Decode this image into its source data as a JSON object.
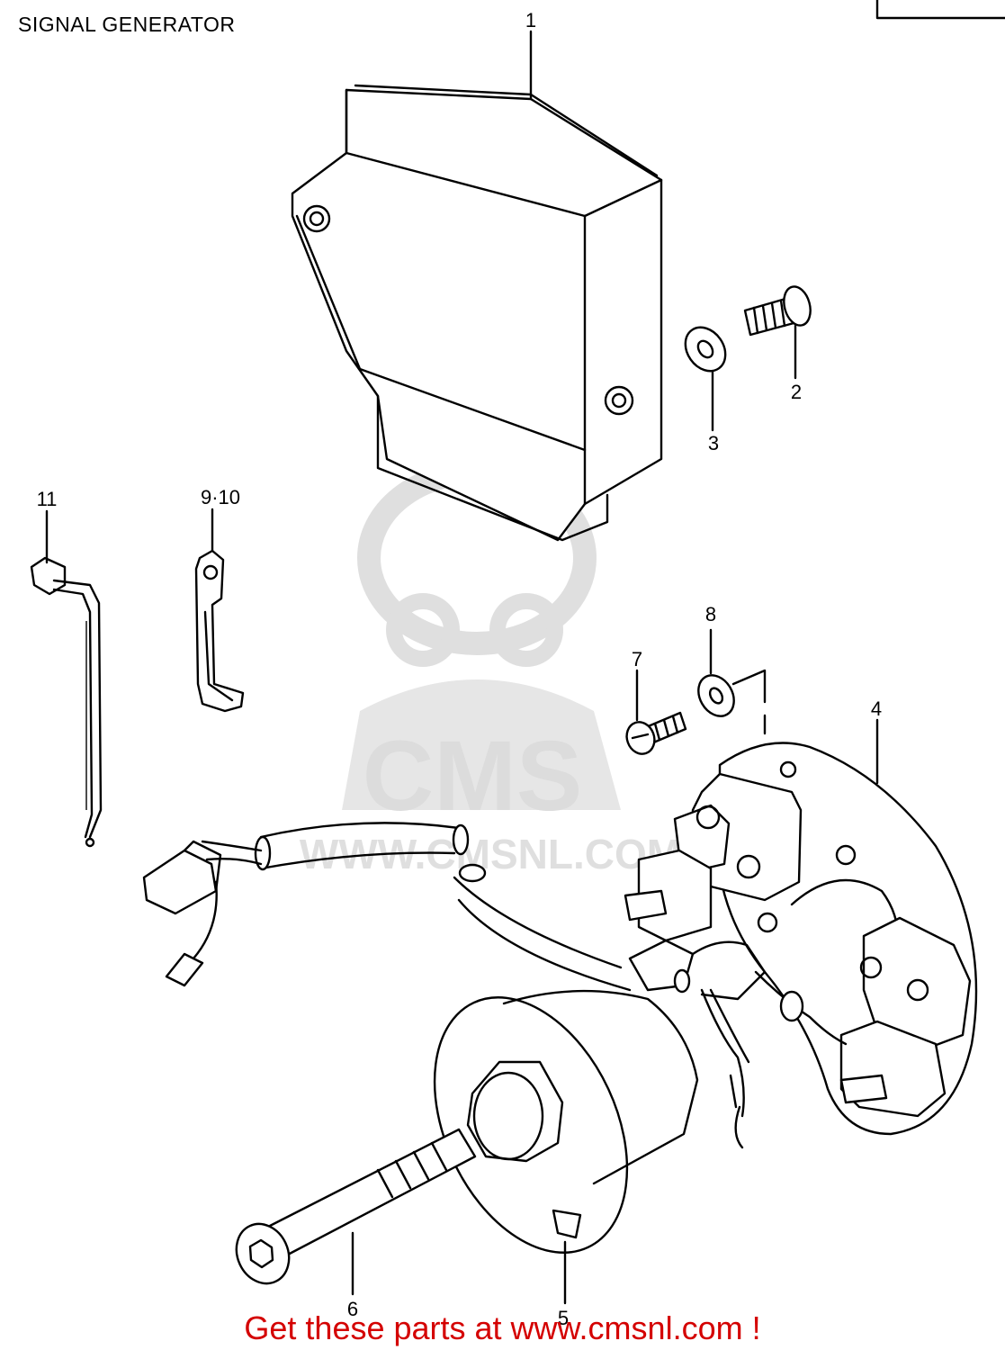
{
  "title": "SIGNAL GENERATOR",
  "callouts": {
    "c1": "1",
    "c2": "2",
    "c3": "3",
    "c4": "4",
    "c5": "5",
    "c6": "6",
    "c7": "7",
    "c8": "8",
    "c9_10": "9·10",
    "c11": "11"
  },
  "watermark": {
    "logo_text": "CMS",
    "url_text": "WWW.CMSNL.COM"
  },
  "footer": "Get these parts at www.cmsnl.com !",
  "colors": {
    "footer": "#d40000",
    "watermark": "#d9d9d9"
  }
}
